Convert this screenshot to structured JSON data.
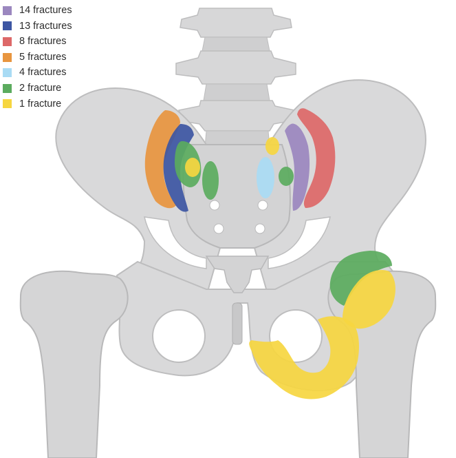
{
  "legend": [
    {
      "label": "14 fractures",
      "color": "#9b87bf"
    },
    {
      "label": "13 fractures",
      "color": "#3d56a3"
    },
    {
      "label": "8 fractures",
      "color": "#dd6868"
    },
    {
      "label": "5 fractures",
      "color": "#e8953f"
    },
    {
      "label": "4 fractures",
      "color": "#a9dbf4"
    },
    {
      "label": "2 fracture",
      "color": "#5bab5e"
    },
    {
      "label": "1 fracture",
      "color": "#f6d640"
    }
  ],
  "bone_color": "#d9d9da",
  "bone_shadow_color": "#b5b5b6"
}
